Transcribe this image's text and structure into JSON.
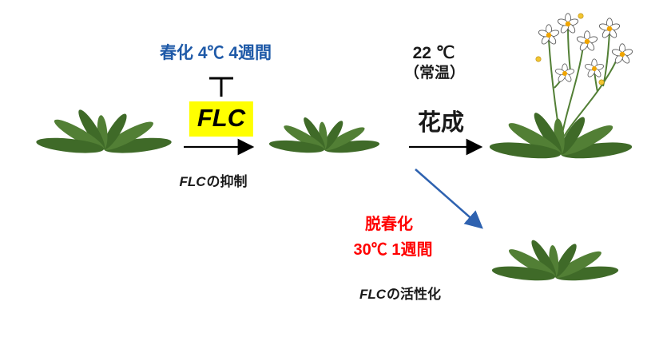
{
  "labels": {
    "vernalization": "春化 4℃ 4週間",
    "flc_gene": "FLC",
    "flc_suppression": {
      "gene": "FLC",
      "suffix": "の抑制"
    },
    "temperature_22": "22 ℃",
    "normal_temp": "（常温）",
    "flowering": "花成",
    "devernalization": "脱春化",
    "temperature_30": "30℃ 1週間",
    "flc_activation": {
      "gene": "FLC",
      "suffix": "の活性化"
    }
  },
  "graphics": {
    "left_plant": "rosette-plant-icon",
    "middle_plant": "rosette-plant-icon",
    "top_right_plant": "flowering-plant-icon",
    "bottom_right_plant": "rosette-plant-icon",
    "inhibition": "t-bar-inhibition-icon",
    "arrows": [
      "flc-suppression-arrow",
      "flowering-arrow",
      "devernalization-arrow"
    ]
  },
  "colors": {
    "blue_text": "#1F5AA8",
    "red_text": "#FF0000",
    "highlight_yellow": "#FFFF00",
    "leaf_green_dark": "#3F6A28",
    "leaf_green_light": "#527F35",
    "arrow_blue": "#2E62B0",
    "flower_center": "#F0A500"
  }
}
